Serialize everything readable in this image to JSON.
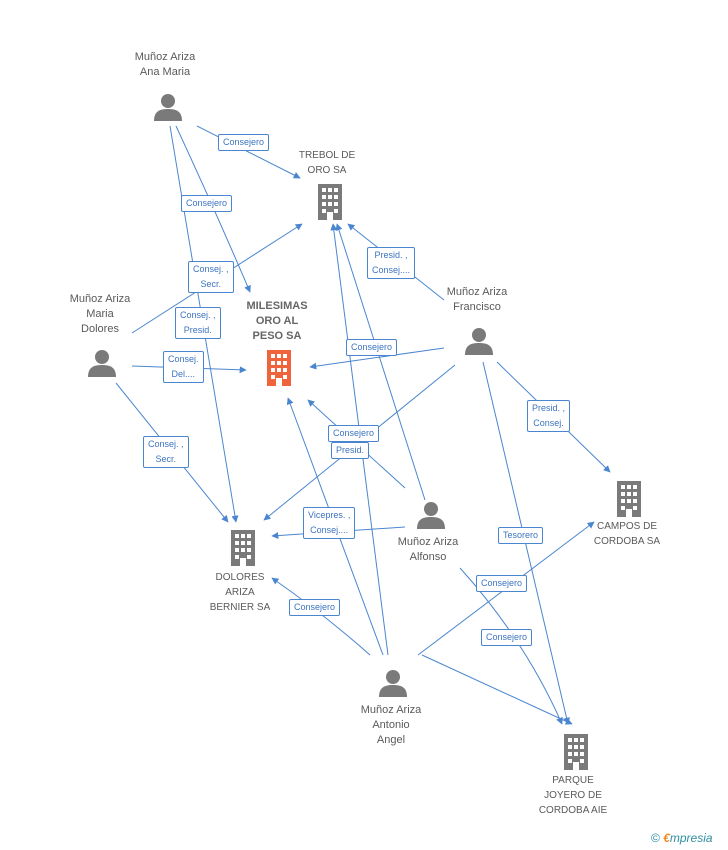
{
  "colors": {
    "edge": "#4a86cf",
    "node": "#7a7a7a",
    "focus": "#f0643c"
  },
  "people": [
    {
      "id": "ana",
      "name_line1": "Muñoz Ariza",
      "name_line2": "Ana Maria",
      "name_line3": ""
    },
    {
      "id": "dolores",
      "name_line1": "Muñoz Ariza",
      "name_line2": "Maria",
      "name_line3": "Dolores"
    },
    {
      "id": "francisco",
      "name_line1": "Muñoz Ariza",
      "name_line2": "Francisco",
      "name_line3": ""
    },
    {
      "id": "alfonso",
      "name_line1": "Muñoz Ariza",
      "name_line2": "Alfonso",
      "name_line3": ""
    },
    {
      "id": "antonio",
      "name_line1": "Muñoz Ariza",
      "name_line2": "Antonio",
      "name_line3": "Angel"
    }
  ],
  "companies": [
    {
      "id": "milesimas",
      "name_line1": "MILESIMAS",
      "name_line2": "ORO AL",
      "name_line3": "PESO SA",
      "focus": true
    },
    {
      "id": "trebol",
      "name_line1": "TREBOL DE",
      "name_line2": "ORO SA",
      "name_line3": ""
    },
    {
      "id": "campos",
      "name_line1": "CAMPOS DE",
      "name_line2": "CORDOBA SA",
      "name_line3": ""
    },
    {
      "id": "dolores_sa",
      "name_line1": "DOLORES",
      "name_line2": "ARIZA",
      "name_line3": "BERNIER SA"
    },
    {
      "id": "parque",
      "name_line1": "PARQUE",
      "name_line2": "JOYERO DE",
      "name_line3": "CORDOBA AIE"
    }
  ],
  "relations": [
    {
      "line1": "Consejero",
      "line2": ""
    },
    {
      "line1": "Consejero",
      "line2": ""
    },
    {
      "line1": "Consej. ,",
      "line2": "Secr."
    },
    {
      "line1": "Consej. ,",
      "line2": "Presid."
    },
    {
      "line1": "Consej.",
      "line2": "Del...."
    },
    {
      "line1": "Consej. ,",
      "line2": "Secr."
    },
    {
      "line1": "Presid. ,",
      "line2": "Consej...."
    },
    {
      "line1": "Consejero",
      "line2": ""
    },
    {
      "line1": "Presid. ,",
      "line2": "Consej."
    },
    {
      "line1": "Consejero",
      "line2": ""
    },
    {
      "line1": "Presid.",
      "line2": ""
    },
    {
      "line1": "Vicepres. ,",
      "line2": "Consej...."
    },
    {
      "line1": "Tesorero",
      "line2": ""
    },
    {
      "line1": "Consejero",
      "line2": ""
    },
    {
      "line1": "Consejero",
      "line2": ""
    },
    {
      "line1": "Consejero",
      "line2": ""
    }
  ],
  "footer": {
    "copyright": "©",
    "brand_initial": "€",
    "brand_rest": "mpresia"
  }
}
